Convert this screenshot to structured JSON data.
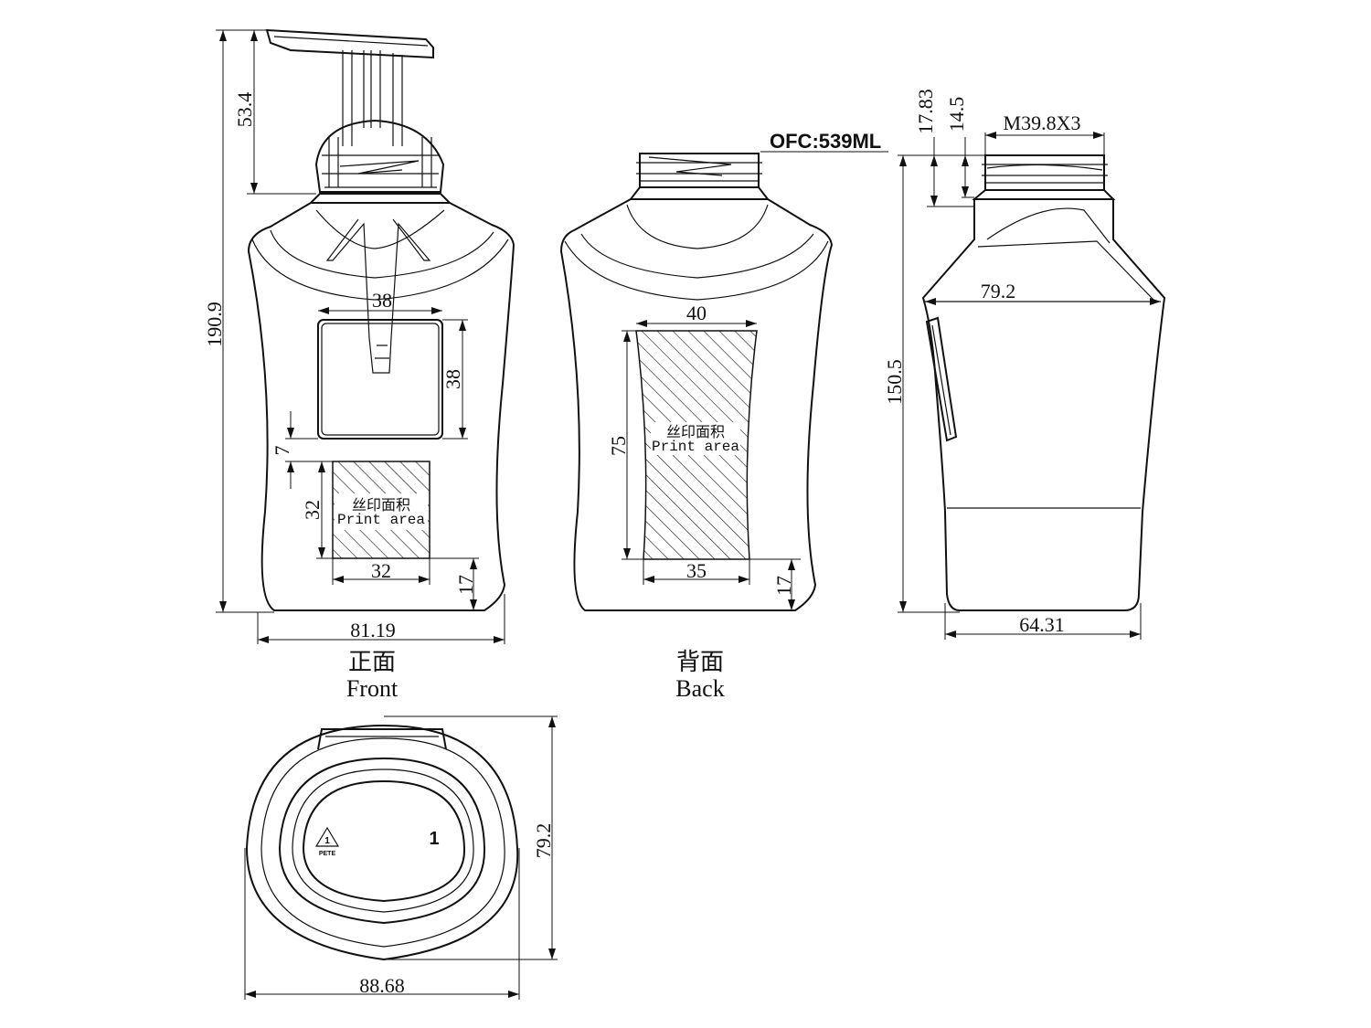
{
  "front": {
    "caption_cn": "正面",
    "caption_en": "Front",
    "dims": {
      "pump_height": "53.4",
      "total_height": "190.9",
      "label_width": "38",
      "label_height": "38",
      "gap": "7",
      "print_height": "32",
      "print_width": "32",
      "bottom_offset": "17",
      "body_width": "81.19"
    },
    "print_cn": "丝印面积",
    "print_en": "Print area"
  },
  "back": {
    "caption_cn": "背面",
    "caption_en": "Back",
    "capacity": "OFC:539ML",
    "dims": {
      "top_width": "40",
      "height": "75",
      "bottom_width": "35",
      "bottom_offset": "17"
    },
    "print_cn": "丝印面积",
    "print_en": "Print area"
  },
  "side": {
    "dims": {
      "neck_height": "17.83",
      "thread_height": "14.5",
      "thread_spec": "M39.8X3",
      "shoulder_width": "79.2",
      "body_height": "150.5",
      "base_width": "64.31"
    }
  },
  "bottom": {
    "dims": {
      "depth": "79.2",
      "width": "88.68"
    },
    "recycle_number": "1",
    "recycle_code": "PETE"
  }
}
